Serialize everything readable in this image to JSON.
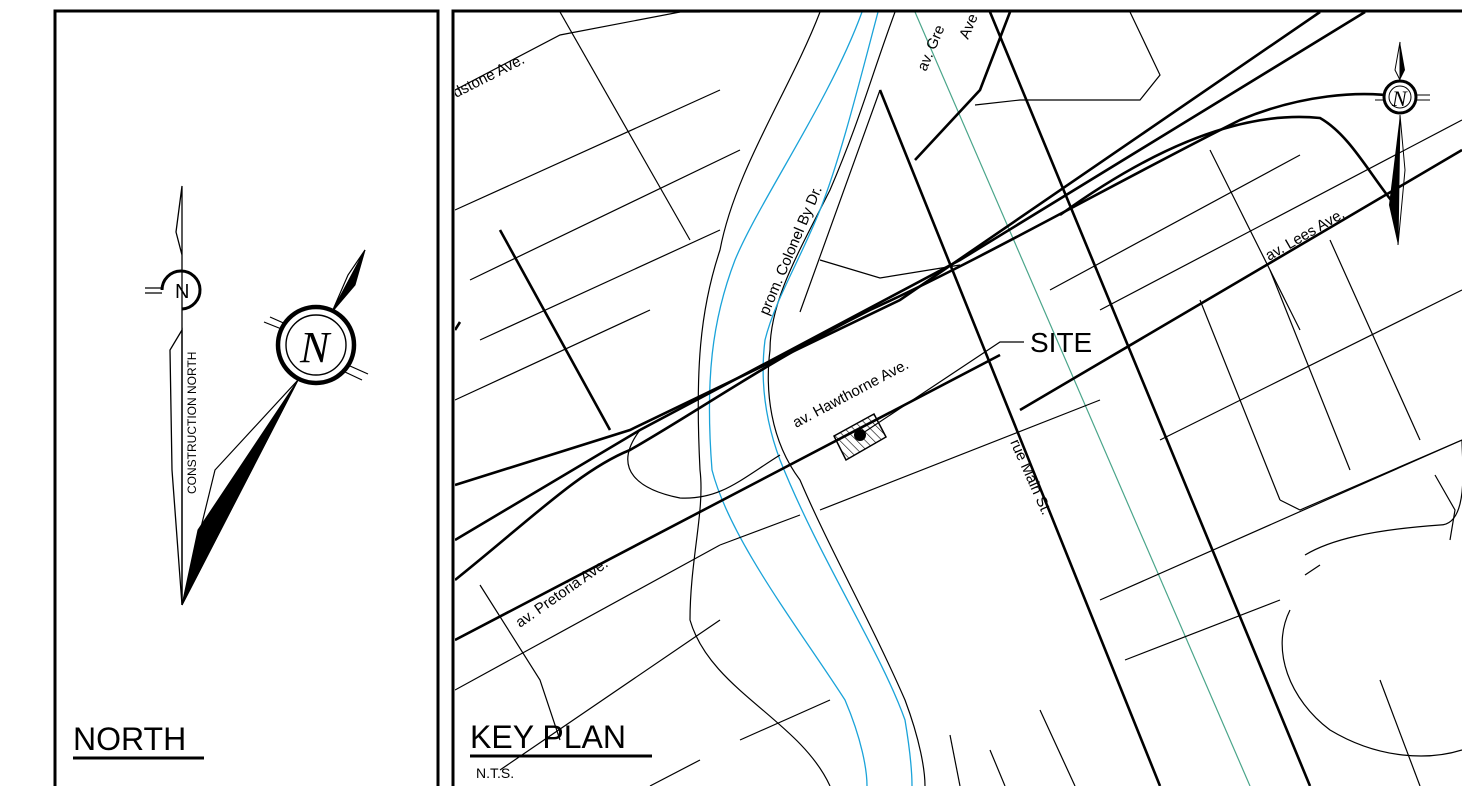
{
  "north_panel": {
    "title": "NORTH",
    "construction_north_label": "CONSTRUCTION NORTH",
    "construction_north_letter": "N",
    "true_north_letter": "N"
  },
  "key_plan": {
    "title": "KEY PLAN",
    "scale": "N.T.S.",
    "site_label": "SITE",
    "north_letter": "N",
    "streets": {
      "gladstone": "dstone Ave.",
      "colonel_by": "prom. Colonel By Dr.",
      "hawthorne": "av. Hawthorne Ave.",
      "lees": "av. Lees Ave.",
      "main": "rue Main St.",
      "pretoria": "av. Pretoria Ave.",
      "greenfield": "av. Gre",
      "greenfield_2": "Ave"
    }
  },
  "colors": {
    "linework": "#000000",
    "river": "#1aa3d9",
    "rail": "#4aa58a"
  }
}
